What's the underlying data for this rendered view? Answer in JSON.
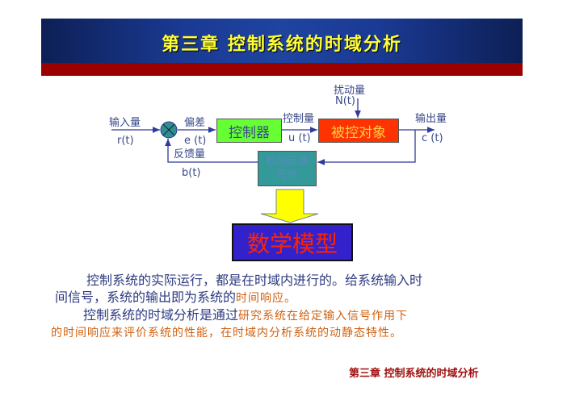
{
  "title": "第三章  控制系统的时域分析",
  "diagram": {
    "disturbance_label": "扰动量",
    "disturbance_signal": "N(t)",
    "input_label": "输入量",
    "input_signal": "r(t)",
    "error_label": "偏差",
    "error_signal": "e (t)",
    "controller": "控制器",
    "control_label": "控制量",
    "control_signal": "u (t)",
    "plant": "被控对象",
    "output_label": "输出量",
    "output_signal": "c (t)",
    "feedback_label": "反馈量",
    "feedback_signal": "b(t)",
    "sensor_line1": "检测反馈",
    "sensor_line2": "元件"
  },
  "model_box": "数学模型",
  "paragraph": {
    "line1": "控制系统的实际运行，都是在时域内进行的。给系统输入时",
    "line2a": "间信号，系统的输出即为系统的",
    "line2b": "时间响应。",
    "line3a": "控制系统的时域分析是通过",
    "line3b": "研究系统在给定输入信号作用下",
    "line4": "的时间响应来评价系统的性能，在时域内分析系统的动静态特性。"
  },
  "footer": "第三章 控制系统的时域分析",
  "colors": {
    "controller": "#66ff33",
    "plant": "#ff3300",
    "sensor": "#339999",
    "model_bg": "#3322cc",
    "model_text": "#ff2200"
  }
}
